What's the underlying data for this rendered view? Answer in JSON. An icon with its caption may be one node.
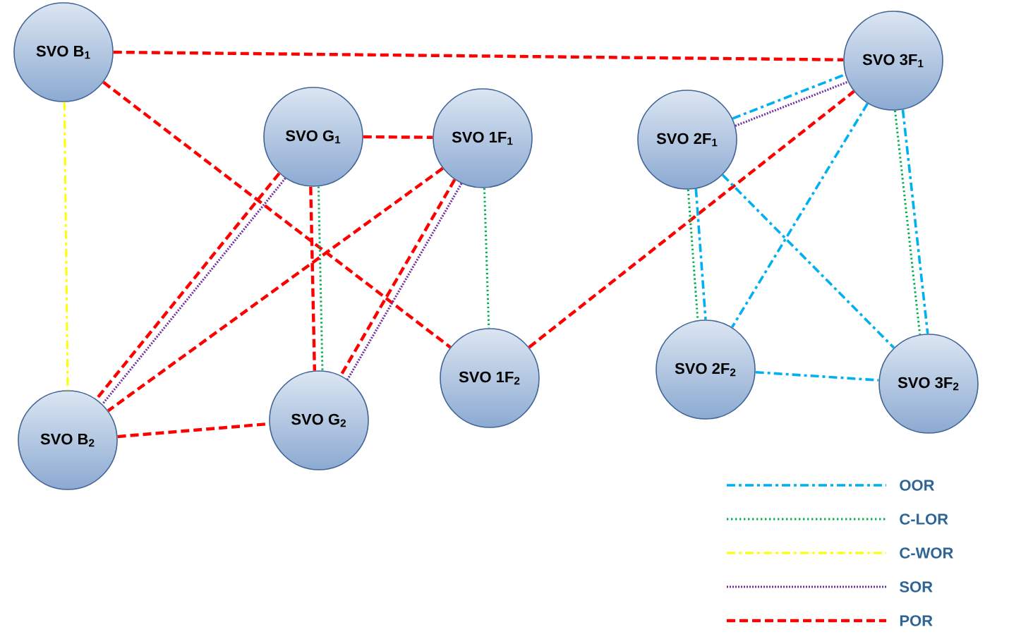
{
  "diagram": {
    "nodes": [
      {
        "text": [
          "SVO B$_{1}$"
        ]
      },
      {
        "text": [
          "SVO G$_{1}$"
        ]
      },
      {
        "text": [
          "SVO 1F$_{1}$"
        ]
      },
      {
        "text": [
          "SVO 2F$_{1}$"
        ]
      },
      {
        "text": [
          "SVO 3F$_{1}$"
        ]
      },
      {
        "text": [
          "SVO B$_{2}$"
        ]
      },
      {
        "text": [
          "SVO G$_{2}$"
        ]
      },
      {
        "text": [
          "SVO 1F$_{2}$"
        ]
      },
      {
        "text": [
          "SVO 2F$_{2}$"
        ]
      },
      {
        "text": [
          "SVO 3F$_{2}$"
        ]
      }
    ],
    "edges": [
      {
        "from": 0,
        "to": 4,
        "arrow": "none",
        "color": "#ff0000"
      },
      {
        "from": 0,
        "to": 5,
        "arrow": "none",
        "color": "#ffff00"
      },
      {
        "from": 0,
        "to": 7,
        "arrow": "none",
        "color": "#ff0000"
      },
      {
        "from": 1,
        "to": 2,
        "arrow": "none",
        "color": "#ff0000"
      },
      {
        "from": 1,
        "to": 5,
        "arrow": "none",
        "color": "#ff0000"
      },
      {
        "from": 1,
        "to": 5,
        "arrow": "none",
        "color": "#7030a0"
      },
      {
        "from": 1,
        "to": 6,
        "arrow": "none",
        "color": "#ff0000"
      },
      {
        "from": 1,
        "to": 6,
        "arrow": "none",
        "color": "#00b050"
      },
      {
        "from": 2,
        "to": 5,
        "arrow": "none",
        "color": "#ff0000"
      },
      {
        "from": 2,
        "to": 6,
        "arrow": "none",
        "color": "#ff0000"
      },
      {
        "from": 2,
        "to": 6,
        "arrow": "none",
        "color": "#7030a0"
      },
      {
        "from": 2,
        "to": 7,
        "arrow": "none",
        "color": "#00b050"
      },
      {
        "from": 5,
        "to": 6,
        "arrow": "none",
        "color": "#ff0000"
      },
      {
        "from": 7,
        "to": 4,
        "arrow": "none",
        "color": "#ff0000"
      },
      {
        "from": 3,
        "to": 4,
        "arrow": "none",
        "color": "#7030a0"
      },
      {
        "from": 3,
        "to": 4,
        "arrow": "none",
        "color": "#00b0f0"
      },
      {
        "from": 3,
        "to": 8,
        "arrow": "none",
        "color": "#00b050"
      },
      {
        "from": 3,
        "to": 8,
        "arrow": "none",
        "color": "#00b0f0"
      },
      {
        "from": 3,
        "to": 9,
        "arrow": "none",
        "color": "#00b0f0"
      },
      {
        "from": 4,
        "to": 8,
        "arrow": "none",
        "color": "#00b0f0"
      },
      {
        "from": 4,
        "to": 9,
        "arrow": "none",
        "color": "#00b050"
      },
      {
        "from": 4,
        "to": 9,
        "arrow": "none",
        "color": "#00b0f0"
      },
      {
        "from": 8,
        "to": 9,
        "arrow": "none",
        "color": "#00b0f0"
      }
    ],
    "legend": [
      {
        "text": "OOR"
      },
      {
        "text": "C-LOR"
      },
      {
        "text": "C-WOR"
      },
      {
        "text": "SOR"
      },
      {
        "text": "POR"
      }
    ]
  }
}
